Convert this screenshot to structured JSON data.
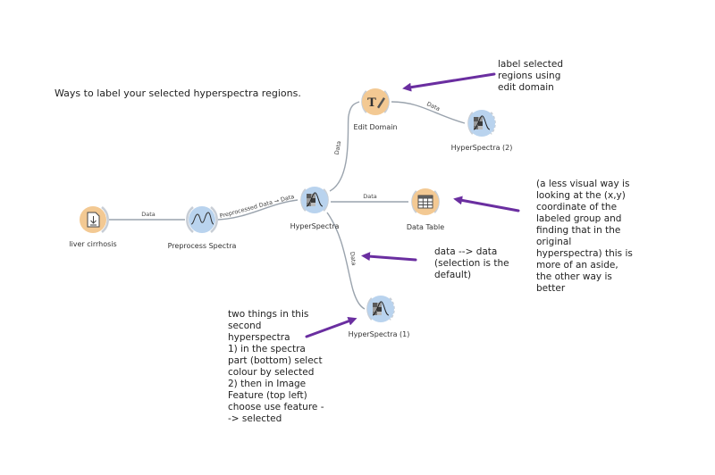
{
  "title": "Ways to label your selected hyperspectra regions.",
  "widgets": {
    "liver": {
      "name": "liver cirrhosis",
      "icon": "file-import-icon",
      "color": "#f3c993"
    },
    "preprocess": {
      "name": "Preprocess Spectra",
      "icon": "spectra-icon",
      "color": "#b9d3ee"
    },
    "hyper": {
      "name": "HyperSpectra",
      "icon": "hyperspectra-icon",
      "color": "#b9d3ee"
    },
    "edit": {
      "name": "Edit Domain",
      "icon": "edit-text-icon",
      "color": "#f3c993"
    },
    "hyper2": {
      "name": "HyperSpectra (2)",
      "icon": "hyperspectra-icon",
      "color": "#b9d3ee"
    },
    "table": {
      "name": "Data Table",
      "icon": "table-icon",
      "color": "#f3c993"
    },
    "hyper1": {
      "name": "HyperSpectra (1)",
      "icon": "hyperspectra-icon",
      "color": "#b9d3ee"
    }
  },
  "links": {
    "l1": "Data",
    "l2": "Preprocessed Data → Data",
    "l3": "Data",
    "l4": "Data",
    "l5": "Data",
    "l6": "Data"
  },
  "notes": {
    "edit": "label selected regions using edit domain",
    "table": "(a less visual way is looking at the (x,y) coordinate of the labeled group and finding that in the original hyperspectra) this is more of an aside, the other way is better",
    "data": "data --> data (selection is the default)",
    "second": "two things in this second hyperspectra\n1) in the spectra part (bottom) select colour by selected\n2) then in Image Feature (top left) choose use feature --> selected"
  },
  "colors": {
    "arrow": "#6a2ea0",
    "link": "#9aa3ad",
    "orange": "#f3c993",
    "blue": "#b9d3ee"
  }
}
